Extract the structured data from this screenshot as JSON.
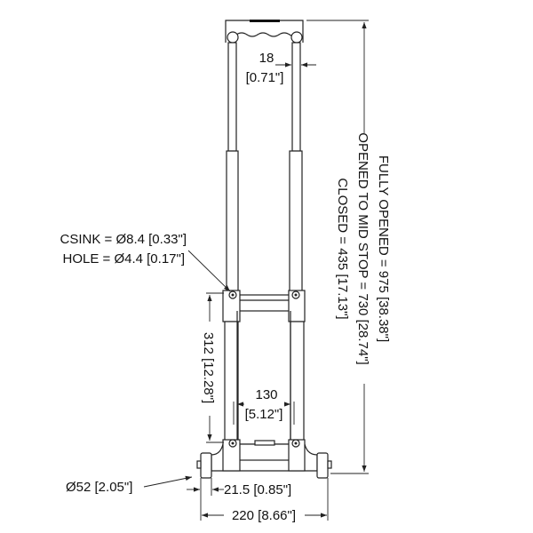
{
  "dimensions": {
    "tube_width": {
      "value": "18",
      "imperial": "[0.71\"]"
    },
    "heights": {
      "fully_opened": "FULLY OPENED = 975 [38.38\"]",
      "mid_stop": "OPENED TO MID STOP = 730 [28.74\"]",
      "closed": "CLOSED = 435 [17.13\"]"
    },
    "holes": {
      "csink": "CSINK = Ø8.4 [0.33\"]",
      "hole": "HOLE = Ø4.4 [0.17\"]"
    },
    "frame_height": "312 [12.28\"]",
    "inner_width": {
      "value": "130",
      "imperial": "[5.12\"]"
    },
    "wheel_diameter": "Ø52 [2.05\"]",
    "wheel_width": "21.5 [0.85\"]",
    "overall_width": "220 [8.66\"]"
  }
}
